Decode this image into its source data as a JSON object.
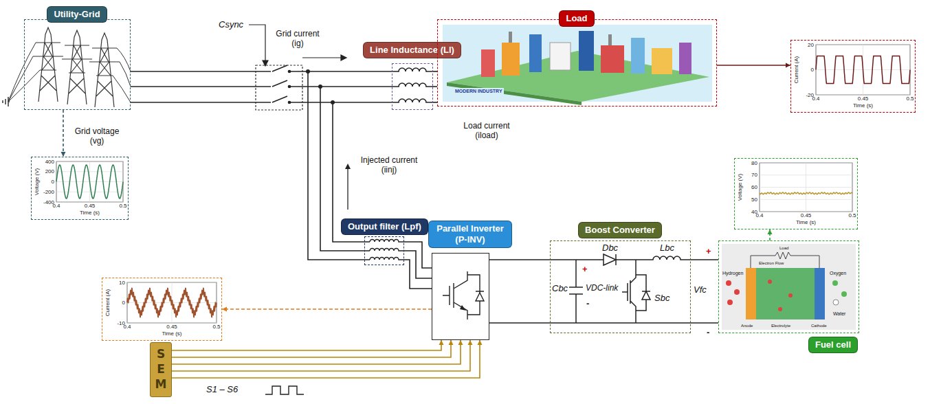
{
  "diagram": {
    "nodes": [
      {
        "text": [
          "Utility-Grid"
        ]
      },
      {
        "text": [
          "400",
          "200",
          "0",
          "-200",
          "-400",
          "Voltage (V)",
          "0.4",
          "0.45",
          "0.5",
          "Time (s)"
        ]
      },
      {
        "text": [
          "Line Inductance (Ll)"
        ]
      },
      {
        "text": [
          "Load"
        ]
      },
      {
        "text": [
          "20",
          "0",
          "-20",
          "Current (A)",
          "0.4",
          "0.45",
          "0.5",
          "Time (s)"
        ]
      },
      {
        "text": [
          "Output filter (Lpf)"
        ]
      },
      {
        "text": [
          "Parallel Inverter (P-INV)"
        ]
      },
      {
        "text": [
          "Boost Converter"
        ]
      },
      {
        "text": [
          "80",
          "70",
          "60",
          "50",
          "40",
          "Voltage (V)",
          "0.4",
          "0.45",
          "0.5",
          "Time (s)"
        ]
      },
      {
        "text": [
          "Fuel cell"
        ]
      },
      {
        "text": [
          "10",
          "0",
          "-10",
          "Current (A)",
          "0.4",
          "0.45",
          "0.5",
          "Time (s)"
        ]
      },
      {
        "text": [
          "S E M"
        ]
      }
    ],
    "edges": [
      {
        "from": 0,
        "to": 2,
        "arrow": "none"
      },
      {
        "from": 2,
        "to": 3,
        "arrow": "none"
      },
      {
        "from": 0,
        "to": 1,
        "arrow": "to"
      },
      {
        "from": 3,
        "to": 4,
        "arrow": "to"
      },
      {
        "from": 6,
        "to": 5,
        "arrow": "none"
      },
      {
        "from": 6,
        "to": 7,
        "arrow": "none"
      },
      {
        "from": 7,
        "to": 9,
        "arrow": "none"
      },
      {
        "from": 9,
        "to": 8,
        "arrow": "to"
      },
      {
        "from": 6,
        "to": 10,
        "arrow": "to"
      },
      {
        "from": 11,
        "to": 6,
        "arrow": "to"
      }
    ],
    "labels": [
      "Csync",
      "Grid current (ig)",
      "Grid voltage (vg)",
      "Load current (iload)",
      "Injected current (iinj)",
      "Cbc",
      "+",
      "VDC-link",
      "-",
      "Dbc",
      "Lbc",
      "Sbc",
      "Vfc",
      "+",
      "-",
      "S1 – S6",
      "MODERN INDUSTRY",
      "Electron Flow",
      "Load",
      "Hydrogen",
      "Oxygen",
      "Water",
      "Anode",
      "Electrolyte",
      "Cathode"
    ]
  }
}
